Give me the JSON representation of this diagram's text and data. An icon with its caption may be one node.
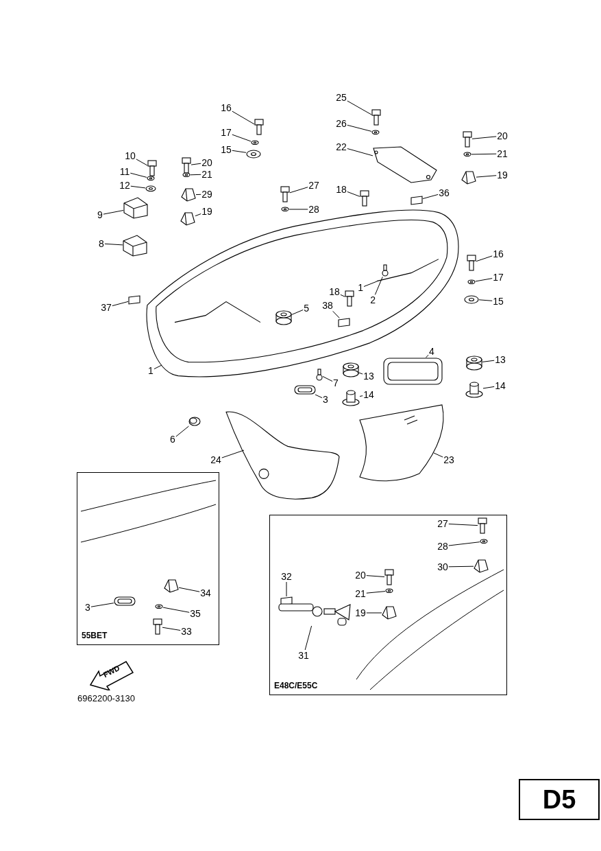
{
  "diagram": {
    "nodes": [
      {
        "text": [
          "16"
        ]
      },
      {
        "text": [
          "17"
        ]
      },
      {
        "text": [
          "15"
        ]
      },
      {
        "text": [
          "10"
        ]
      },
      {
        "text": [
          "20"
        ]
      },
      {
        "text": [
          "11"
        ]
      },
      {
        "text": [
          "21"
        ]
      },
      {
        "text": [
          "12"
        ]
      },
      {
        "text": [
          "29"
        ]
      },
      {
        "text": [
          "27"
        ]
      },
      {
        "text": [
          "25"
        ]
      },
      {
        "text": [
          "26"
        ]
      },
      {
        "text": [
          "22"
        ]
      },
      {
        "text": [
          "20"
        ]
      },
      {
        "text": [
          "21"
        ]
      },
      {
        "text": [
          "19"
        ]
      },
      {
        "text": [
          "18"
        ]
      },
      {
        "text": [
          "36"
        ]
      },
      {
        "text": [
          "28"
        ]
      },
      {
        "text": [
          "9"
        ]
      },
      {
        "text": [
          "19"
        ]
      },
      {
        "text": [
          "8"
        ]
      },
      {
        "text": [
          "16"
        ]
      },
      {
        "text": [
          "17"
        ]
      },
      {
        "text": [
          "1"
        ],
        "in": 81
      },
      {
        "text": [
          "18"
        ],
        "in": 81
      },
      {
        "text": [
          "2"
        ],
        "in": 81
      },
      {
        "text": [
          "15"
        ]
      },
      {
        "text": [
          "37"
        ]
      },
      {
        "text": [
          "38"
        ],
        "in": 81
      },
      {
        "text": [
          "5"
        ],
        "in": 81
      },
      {
        "text": [
          "1"
        ]
      },
      {
        "text": [
          "4"
        ]
      },
      {
        "text": [
          "13"
        ]
      },
      {
        "text": [
          "13"
        ]
      },
      {
        "text": [
          "7"
        ]
      },
      {
        "text": [
          "14"
        ]
      },
      {
        "text": [
          "3"
        ]
      },
      {
        "text": [
          "14"
        ]
      },
      {
        "text": [
          "6"
        ]
      },
      {
        "text": [
          "24"
        ]
      },
      {
        "text": [
          "23"
        ]
      },
      {
        "text": [
          "55BET"
        ]
      },
      {
        "text": [
          "34"
        ],
        "in": 42
      },
      {
        "text": [
          "3"
        ],
        "in": 42
      },
      {
        "text": [
          "35"
        ],
        "in": 42
      },
      {
        "text": [
          "33"
        ],
        "in": 42
      },
      {
        "text": [
          "E48C/E55C"
        ]
      },
      {
        "text": [
          "27"
        ],
        "in": 47
      },
      {
        "text": [
          "28"
        ],
        "in": 47
      },
      {
        "text": [
          "30"
        ],
        "in": 47
      },
      {
        "text": [
          "32"
        ],
        "in": 47
      },
      {
        "text": [
          "20"
        ],
        "in": 47
      },
      {
        "text": [
          "21"
        ],
        "in": 47
      },
      {
        "text": [
          "19"
        ],
        "in": 47
      },
      {
        "text": [
          "31"
        ],
        "in": 47
      },
      {
        "text": [
          "D5"
        ]
      },
      {
        "text": [],
        "shape": "bolt"
      },
      {
        "text": [],
        "shape": "washer"
      },
      {
        "text": [],
        "shape": "washer"
      },
      {
        "text": [],
        "shape": "bolt"
      },
      {
        "text": [],
        "shape": "bolt"
      },
      {
        "text": [],
        "shape": "washer"
      },
      {
        "text": [],
        "shape": "washer"
      },
      {
        "text": [],
        "shape": "washer"
      },
      {
        "text": [],
        "shape": "clip"
      },
      {
        "text": [],
        "shape": "bolt"
      },
      {
        "text": [],
        "shape": "bolt"
      },
      {
        "text": [],
        "shape": "washer"
      },
      {
        "text": [],
        "shape": "plate"
      },
      {
        "text": [],
        "shape": "bolt"
      },
      {
        "text": [],
        "shape": "washer"
      },
      {
        "text": [],
        "shape": "clip"
      },
      {
        "text": [],
        "shape": "bolt"
      },
      {
        "text": [],
        "shape": "sticker"
      },
      {
        "text": [],
        "shape": "washer"
      },
      {
        "text": [],
        "shape": "block"
      },
      {
        "text": [],
        "shape": "clip"
      },
      {
        "text": [],
        "shape": "block"
      },
      {
        "text": [],
        "shape": "bolt"
      },
      {
        "text": [],
        "shape": "washer"
      },
      {
        "text": [],
        "shape": "cowling"
      },
      {
        "text": [],
        "shape": "bolt",
        "in": 81
      },
      {
        "text": [],
        "shape": "screw",
        "in": 81
      },
      {
        "text": [],
        "shape": "washer"
      },
      {
        "text": [],
        "shape": "sticker"
      },
      {
        "text": [],
        "shape": "sticker",
        "in": 81
      },
      {
        "text": [],
        "shape": "grommet",
        "in": 81
      },
      {
        "text": [],
        "shape": "seal"
      },
      {
        "text": [],
        "shape": "grommet"
      },
      {
        "text": [],
        "shape": "grommet"
      },
      {
        "text": [],
        "shape": "screw"
      },
      {
        "text": [],
        "shape": "cylinder"
      },
      {
        "text": [],
        "shape": "pad"
      },
      {
        "text": [],
        "shape": "cylinder"
      },
      {
        "text": [],
        "shape": "plug"
      },
      {
        "text": [],
        "shape": "cover"
      },
      {
        "text": [],
        "shape": "cover"
      },
      {
        "text": [],
        "shape": "clip",
        "in": 42
      },
      {
        "text": [],
        "shape": "pad",
        "in": 42
      },
      {
        "text": [],
        "shape": "washer",
        "in": 42
      },
      {
        "text": [],
        "shape": "bolt",
        "in": 42
      },
      {
        "text": [],
        "shape": "bolt",
        "in": 47
      },
      {
        "text": [],
        "shape": "washer",
        "in": 47
      },
      {
        "text": [],
        "shape": "clip",
        "in": 47
      },
      {
        "text": [],
        "shape": "sticker",
        "in": 47
      },
      {
        "text": [],
        "shape": "bolt",
        "in": 47
      },
      {
        "text": [],
        "shape": "washer",
        "in": 47
      },
      {
        "text": [],
        "shape": "clip",
        "in": 47
      },
      {
        "text": [],
        "shape": "fitting",
        "in": 47
      }
    ],
    "edges": [
      {
        "from": 0,
        "to": 57,
        "arrow": "none"
      },
      {
        "from": 1,
        "to": 58,
        "arrow": "none"
      },
      {
        "from": 2,
        "to": 59,
        "arrow": "none"
      },
      {
        "from": 3,
        "to": 60,
        "arrow": "none"
      },
      {
        "from": 4,
        "to": 61,
        "arrow": "none"
      },
      {
        "from": 5,
        "to": 62,
        "arrow": "none"
      },
      {
        "from": 6,
        "to": 63,
        "arrow": "none"
      },
      {
        "from": 7,
        "to": 64,
        "arrow": "none"
      },
      {
        "from": 8,
        "to": 65,
        "arrow": "none"
      },
      {
        "from": 9,
        "to": 66,
        "arrow": "none"
      },
      {
        "from": 10,
        "to": 67,
        "arrow": "none"
      },
      {
        "from": 11,
        "to": 68,
        "arrow": "none"
      },
      {
        "from": 12,
        "to": 69,
        "arrow": "none"
      },
      {
        "from": 13,
        "to": 70,
        "arrow": "none"
      },
      {
        "from": 14,
        "to": 71,
        "arrow": "none"
      },
      {
        "from": 15,
        "to": 72,
        "arrow": "none"
      },
      {
        "from": 16,
        "to": 73,
        "arrow": "none"
      },
      {
        "from": 17,
        "to": 74,
        "arrow": "none"
      },
      {
        "from": 18,
        "to": 75,
        "arrow": "none"
      },
      {
        "from": 19,
        "to": 76,
        "arrow": "none"
      },
      {
        "from": 20,
        "to": 77,
        "arrow": "none"
      },
      {
        "from": 21,
        "to": 78,
        "arrow": "none"
      },
      {
        "from": 22,
        "to": 79,
        "arrow": "none"
      },
      {
        "from": 23,
        "to": 80,
        "arrow": "none"
      },
      {
        "from": 24,
        "to": 81,
        "arrow": "none"
      },
      {
        "from": 25,
        "to": 82,
        "arrow": "none"
      },
      {
        "from": 26,
        "to": 83,
        "arrow": "none"
      },
      {
        "from": 27,
        "to": 84,
        "arrow": "none"
      },
      {
        "from": 28,
        "to": 85,
        "arrow": "none"
      },
      {
        "from": 29,
        "to": 86,
        "arrow": "none"
      },
      {
        "from": 30,
        "to": 87,
        "arrow": "none"
      },
      {
        "from": 31,
        "to": 81,
        "arrow": "none"
      },
      {
        "from": 32,
        "to": 88,
        "arrow": "none"
      },
      {
        "from": 33,
        "to": 89,
        "arrow": "none"
      },
      {
        "from": 34,
        "to": 90,
        "arrow": "none"
      },
      {
        "from": 35,
        "to": 91,
        "arrow": "none"
      },
      {
        "from": 36,
        "to": 92,
        "arrow": "none"
      },
      {
        "from": 37,
        "to": 93,
        "arrow": "none"
      },
      {
        "from": 38,
        "to": 94,
        "arrow": "none"
      },
      {
        "from": 39,
        "to": 95,
        "arrow": "none"
      },
      {
        "from": 40,
        "to": 96,
        "arrow": "none"
      },
      {
        "from": 41,
        "to": 97,
        "arrow": "none"
      },
      {
        "from": 43,
        "to": 98,
        "arrow": "none"
      },
      {
        "from": 44,
        "to": 99,
        "arrow": "none"
      },
      {
        "from": 45,
        "to": 100,
        "arrow": "none"
      },
      {
        "from": 46,
        "to": 101,
        "arrow": "none"
      },
      {
        "from": 48,
        "to": 102,
        "arrow": "none"
      },
      {
        "from": 49,
        "to": 103,
        "arrow": "none"
      },
      {
        "from": 50,
        "to": 104,
        "arrow": "none"
      },
      {
        "from": 51,
        "to": 105,
        "arrow": "none"
      },
      {
        "from": 52,
        "to": 106,
        "arrow": "none"
      },
      {
        "from": 53,
        "to": 107,
        "arrow": "none"
      },
      {
        "from": 54,
        "to": 108,
        "arrow": "none"
      },
      {
        "from": 55,
        "to": 109,
        "arrow": "none"
      }
    ],
    "labels": [
      "FWD",
      "6962200-3130"
    ]
  }
}
